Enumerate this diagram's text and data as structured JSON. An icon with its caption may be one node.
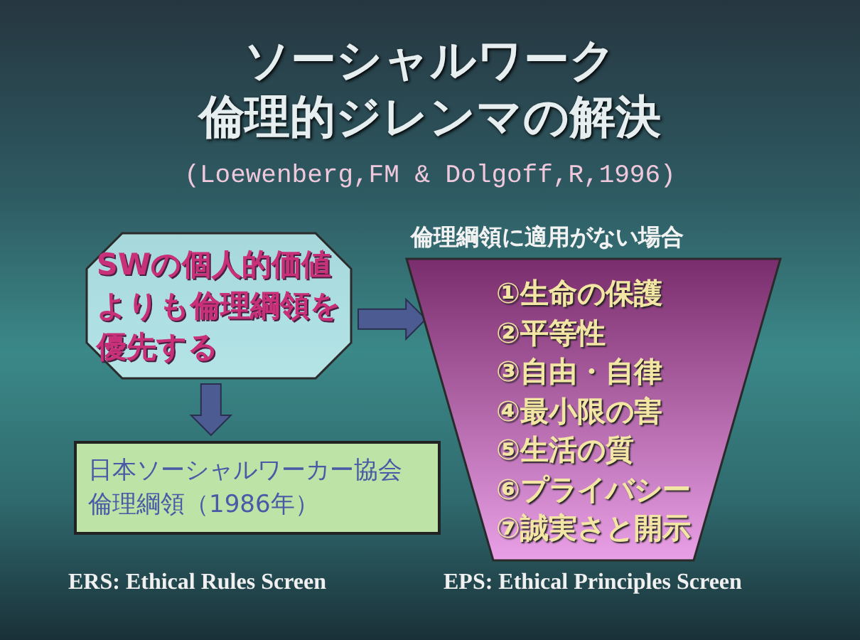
{
  "diagram": {
    "title": "ソーシャルワーク倫理的ジレンマの解決",
    "nodes": [
      {
        "text": [
          "SWの個人的価値よりも倫理綱領を優先する"
        ]
      },
      {
        "text": [
          "倫理綱領に適用がない場合",
          "①生命の保護",
          "②平等性",
          "③自由・自律",
          "④最小限の害",
          "⑤生活の質",
          "⑥プライバシー",
          "⑦誠実さと開示"
        ]
      },
      {
        "text": [
          "日本ソーシャルワーカー協会倫理綱領（1986年）"
        ]
      }
    ],
    "edges": [
      {
        "from": 0,
        "to": 1,
        "arrow": "to"
      },
      {
        "from": 0,
        "to": 2,
        "arrow": "to"
      }
    ],
    "labels": [
      "(Loewenberg,FM & Dolgoff,R,1996)",
      "ERS: Ethical Rules Screen",
      "EPS: Ethical Principles Screen"
    ]
  }
}
